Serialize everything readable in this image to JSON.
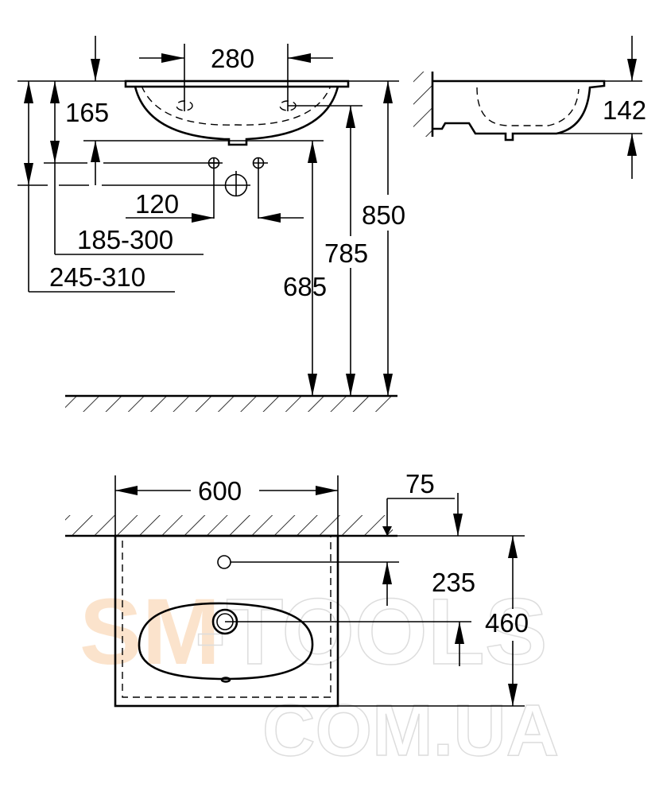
{
  "front_view": {
    "dims": {
      "faucet_spacing": "280",
      "basin_depth": "165",
      "valve_spacing": "120",
      "valve_height_range": "185-300",
      "drain_height_range": "245-310",
      "bottom_height": "685",
      "tap_height": "785",
      "rim_height": "850"
    }
  },
  "side_view": {
    "dims": {
      "depth": "142"
    }
  },
  "top_view": {
    "dims": {
      "width": "600",
      "wall_offset": "75",
      "tap_to_drain": "235",
      "depth": "460"
    }
  },
  "watermark": {
    "line1a": "SM",
    "line1b": "-TOOLS",
    "line2": "COM.UA"
  }
}
